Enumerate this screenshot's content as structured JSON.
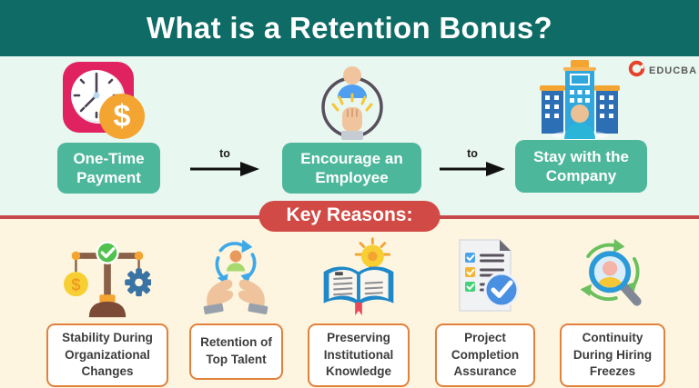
{
  "title": "What is a Retention Bonus?",
  "brand": {
    "name": "EDUCBA",
    "logo_icon": "educba-logo-icon",
    "logo_color": "#e8402a"
  },
  "flow": {
    "connector_label": "to",
    "steps": [
      {
        "label": "One-Time Payment",
        "icon": "clock-money-icon"
      },
      {
        "label": "Encourage an Employee",
        "icon": "encourage-employee-icon"
      },
      {
        "label": "Stay with the Company",
        "icon": "company-building-icon"
      }
    ]
  },
  "section_banner": "Key Reasons:",
  "reasons": [
    {
      "label": "Stability During Organizational Changes",
      "icon": "balance-scale-icon"
    },
    {
      "label": "Retention of Top Talent",
      "icon": "hands-talent-icon"
    },
    {
      "label": "Preserving Institutional Knowledge",
      "icon": "book-knowledge-icon"
    },
    {
      "label": "Project Completion Assurance",
      "icon": "checklist-icon"
    },
    {
      "label": "Continuity During Hiring Freezes",
      "icon": "magnifier-person-icon"
    }
  ],
  "colors": {
    "header_bg": "#0e6b65",
    "top_section_bg": "#e9f7f1",
    "bottom_section_bg": "#fdf5df",
    "divider_red": "#c7494b",
    "banner_red": "#d14a45",
    "step_button_green": "#4db79b",
    "reason_border_orange": "#e0813c",
    "reason_text": "#3d3d3d"
  }
}
